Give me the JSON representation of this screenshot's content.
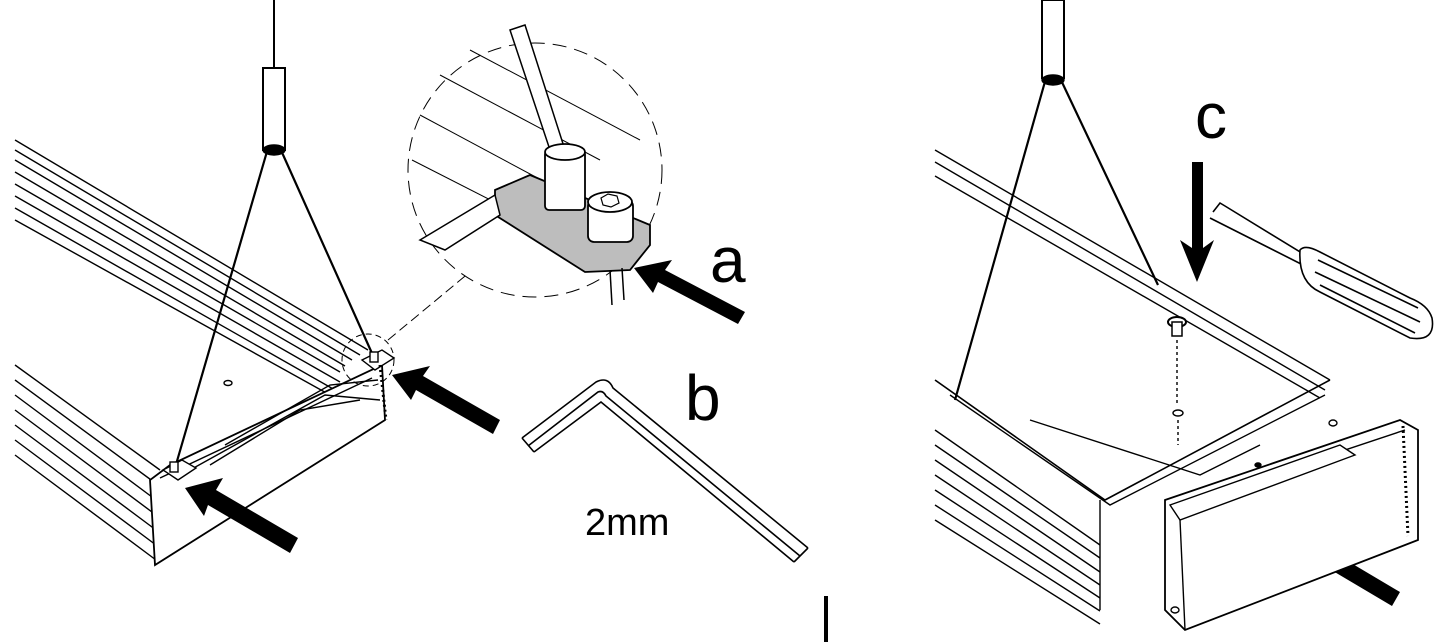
{
  "labels": {
    "a": "a",
    "b": "b",
    "c": "c",
    "wrench_size": "2mm"
  },
  "colors": {
    "ink": "#000000",
    "paper": "#ffffff",
    "clamp_fill": "#bdbdbd"
  }
}
